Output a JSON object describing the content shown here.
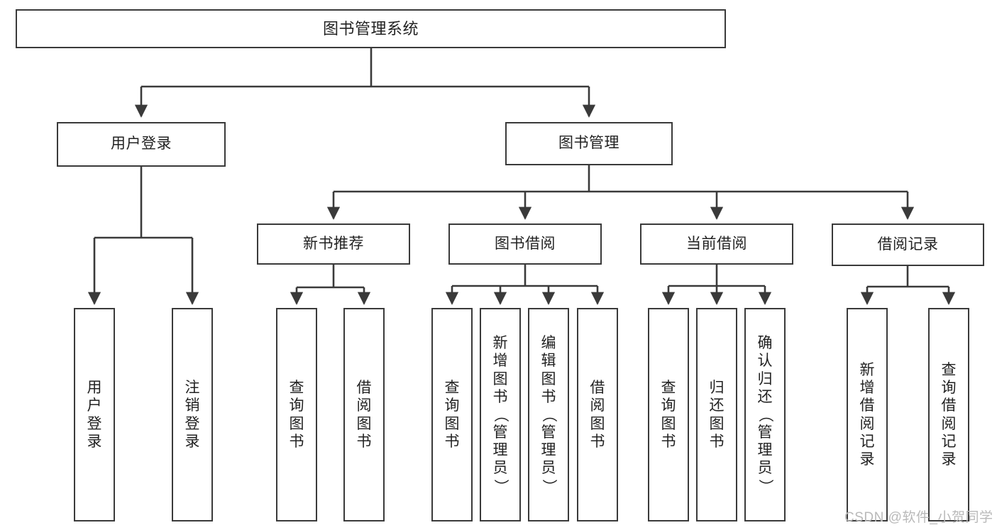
{
  "diagram": {
    "type": "tree",
    "title": "图书管理系统",
    "watermark": "CSDN @软件_小贺同学",
    "colors": {
      "box_border": "#3a3a3a",
      "box_fill": "#ffffff",
      "connector": "#3a3a3a",
      "text": "#222222",
      "watermark": "#b9b9b9",
      "background": "#ffffff"
    },
    "nodes": {
      "root": {
        "label": "图书管理系统"
      },
      "level1": [
        {
          "id": "user-login",
          "label": "用户登录"
        },
        {
          "id": "book-manage",
          "label": "图书管理"
        }
      ],
      "level2": [
        {
          "id": "new-book-rec",
          "label": "新书推荐"
        },
        {
          "id": "book-borrow",
          "label": "图书借阅"
        },
        {
          "id": "current-borrow",
          "label": "当前借阅"
        },
        {
          "id": "borrow-record",
          "label": "借阅记录"
        }
      ],
      "leaves": {
        "user-login": [
          {
            "id": "leaf-user-login",
            "label": "用户登录"
          },
          {
            "id": "leaf-logout",
            "label": "注销登录"
          }
        ],
        "new-book-rec": [
          {
            "id": "leaf-query-book-1",
            "label": "查询图书"
          },
          {
            "id": "leaf-borrow-book-1",
            "label": "借阅图书"
          }
        ],
        "book-borrow": [
          {
            "id": "leaf-query-book-2",
            "label": "查询图书"
          },
          {
            "id": "leaf-add-book",
            "label": "新增图书（管理员）"
          },
          {
            "id": "leaf-edit-book",
            "label": "编辑图书（管理员）"
          },
          {
            "id": "leaf-borrow-book-2",
            "label": "借阅图书"
          }
        ],
        "current-borrow": [
          {
            "id": "leaf-query-book-3",
            "label": "查询图书"
          },
          {
            "id": "leaf-return-book",
            "label": "归还图书"
          },
          {
            "id": "leaf-confirm-return",
            "label": "确认归还（管理员）"
          }
        ],
        "borrow-record": [
          {
            "id": "leaf-add-record",
            "label": "新增借阅记录"
          },
          {
            "id": "leaf-query-record",
            "label": "查询借阅记录"
          }
        ]
      }
    }
  }
}
